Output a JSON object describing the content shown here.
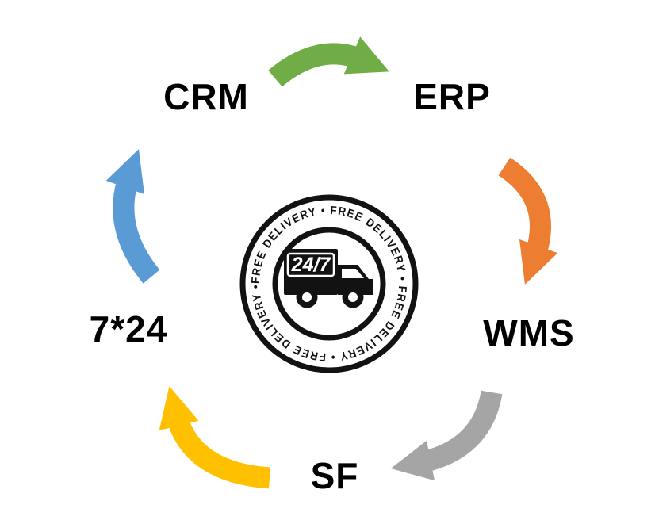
{
  "diagram": {
    "type": "cycle",
    "nodes": [
      {
        "id": "crm",
        "label": "CRM"
      },
      {
        "id": "erp",
        "label": "ERP"
      },
      {
        "id": "wms",
        "label": "WMS"
      },
      {
        "id": "sf",
        "label": "SF"
      },
      {
        "id": "seven-24",
        "label": "7*24"
      }
    ],
    "arrows": [
      {
        "from": "CRM",
        "to": "ERP",
        "color": "#70ad47"
      },
      {
        "from": "ERP",
        "to": "WMS",
        "color": "#ed7d31"
      },
      {
        "from": "WMS",
        "to": "SF",
        "color": "#a5a5a5"
      },
      {
        "from": "SF",
        "to": "7*24",
        "color": "#ffc000"
      },
      {
        "from": "7*24",
        "to": "CRM",
        "color": "#5b9bd5"
      }
    ],
    "badge": {
      "ring_text": "FREE DELIVERY • FREE DELIVERY • FREE DELIVERY • FREE DELIVERY •",
      "truck_text": "24/7",
      "ink_color": "#121212"
    },
    "text_color": "#000000",
    "background_color": "#ffffff"
  }
}
